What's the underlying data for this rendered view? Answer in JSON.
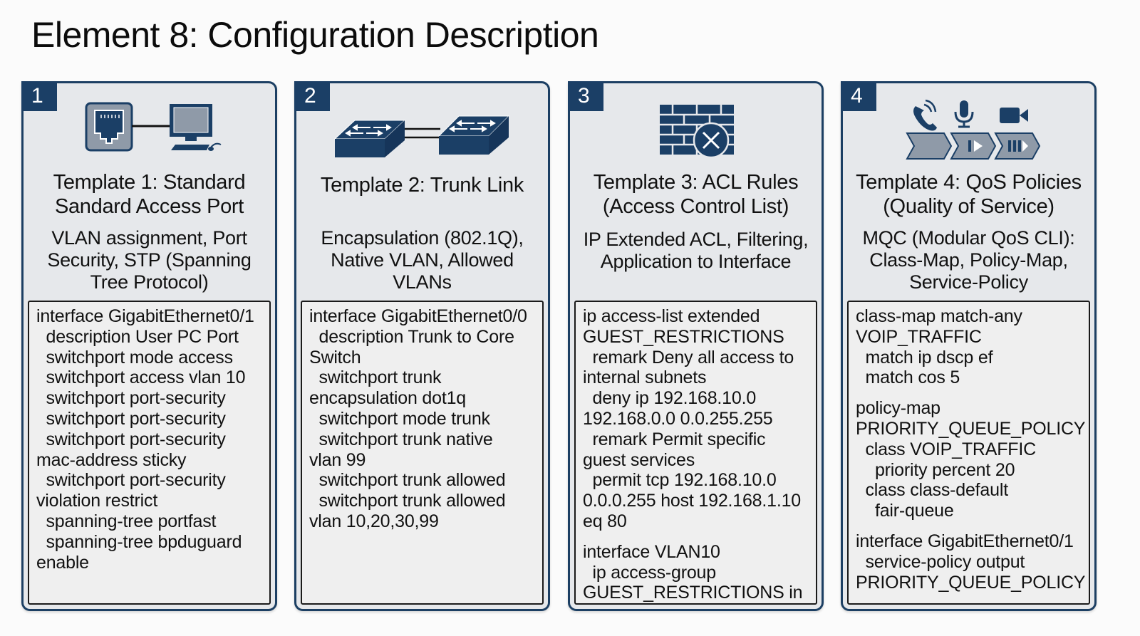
{
  "page": {
    "title": "Element 8: Configuration Description"
  },
  "colors": {
    "accent": "#1b3f66",
    "card_bg": "#e6e8eb",
    "code_bg": "#efefef",
    "icon_gray": "#8f9aa8"
  },
  "cards": [
    {
      "number": "1",
      "icon": "ethernet-port-to-pc-icon",
      "title_lines": [
        "Template 1: Standard",
        "Sandard Access Port"
      ],
      "desc_lines": [
        "VLAN assignment, Port",
        "Security, STP (Spanning",
        "Tree Protocol)"
      ],
      "code": [
        "interface GigabitEthernet0/1",
        "  description User PC Port",
        "  switchport mode access",
        "  switchport access vlan 10",
        "  switchport port-security",
        "  switchport port-security",
        "  switchport port-security",
        "mac-address sticky",
        "  switchport port-security",
        "violation restrict",
        "  spanning-tree portfast",
        "  spanning-tree bpduguard",
        "enable"
      ]
    },
    {
      "number": "2",
      "icon": "switch-trunk-icon",
      "title_lines": [
        "Template 2: Trunk Link"
      ],
      "desc_lines": [
        "Encapsulation (802.1Q),",
        "Native VLAN, Allowed",
        "VLANs"
      ],
      "code": [
        "interface GigabitEthernet0/0",
        "  description Trunk to Core",
        "Switch",
        "  switchport trunk",
        "encapsulation dot1q",
        "  switchport mode trunk",
        "  switchport trunk native",
        "vlan 99",
        "  switchport trunk allowed",
        "  switchport trunk allowed",
        "vlan 10,20,30,99"
      ]
    },
    {
      "number": "3",
      "icon": "firewall-block-icon",
      "title_lines": [
        "Template 3: ACL Rules",
        "(Access Control List)"
      ],
      "desc_lines": [
        "IP Extended ACL, Filtering,",
        "Application to Interface"
      ],
      "code": [
        "ip access-list extended",
        "GUEST_RESTRICTIONS",
        "  remark Deny all access to",
        "internal subnets",
        "  deny ip 192.168.10.0",
        "192.168.0.0 0.0.255.255",
        "  remark Permit specific",
        "guest services",
        "  permit tcp 192.168.10.0",
        "0.0.0.255 host 192.168.1.10",
        "eq 80",
        "",
        "interface VLAN10",
        "  ip access-group",
        "GUEST_RESTRICTIONS in"
      ]
    },
    {
      "number": "4",
      "icon": "qos-media-queue-icon",
      "title_lines": [
        "Template 4: QoS Policies",
        "(Quality of Service)"
      ],
      "desc_lines": [
        "MQC (Modular QoS CLI):",
        "Class-Map, Policy-Map,",
        "Service-Policy"
      ],
      "code": [
        "class-map match-any",
        "VOIP_TRAFFIC",
        "  match ip dscp ef",
        "  match cos 5",
        "",
        "policy-map",
        "PRIORITY_QUEUE_POLICY",
        "  class VOIP_TRAFFIC",
        "    priority percent 20",
        "  class class-default",
        "    fair-queue",
        "",
        "interface GigabitEthernet0/1",
        "  service-policy output",
        "PRIORITY_QUEUE_POLICY"
      ]
    }
  ]
}
